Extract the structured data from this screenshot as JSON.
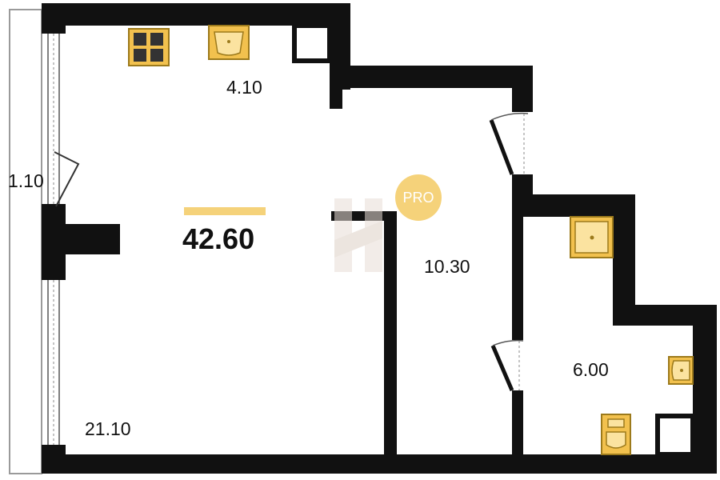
{
  "plan": {
    "total_area": "42.60",
    "rooms": {
      "kitchen_area": "4.10",
      "balcony_area": "1.10",
      "living_area": "21.10",
      "hall_area": "10.30",
      "bathroom_area": "6.00"
    }
  },
  "watermark": {
    "badge_text": "PRO",
    "logo_letter": "H"
  },
  "colors": {
    "wall": "#111111",
    "fixture_fill": "#f2c14e",
    "fixture_stroke": "#9c7a1c",
    "accent_bar": "#f5d27a",
    "watermark": "#e8ded6",
    "balcony_edge": "#9a9a9a"
  }
}
